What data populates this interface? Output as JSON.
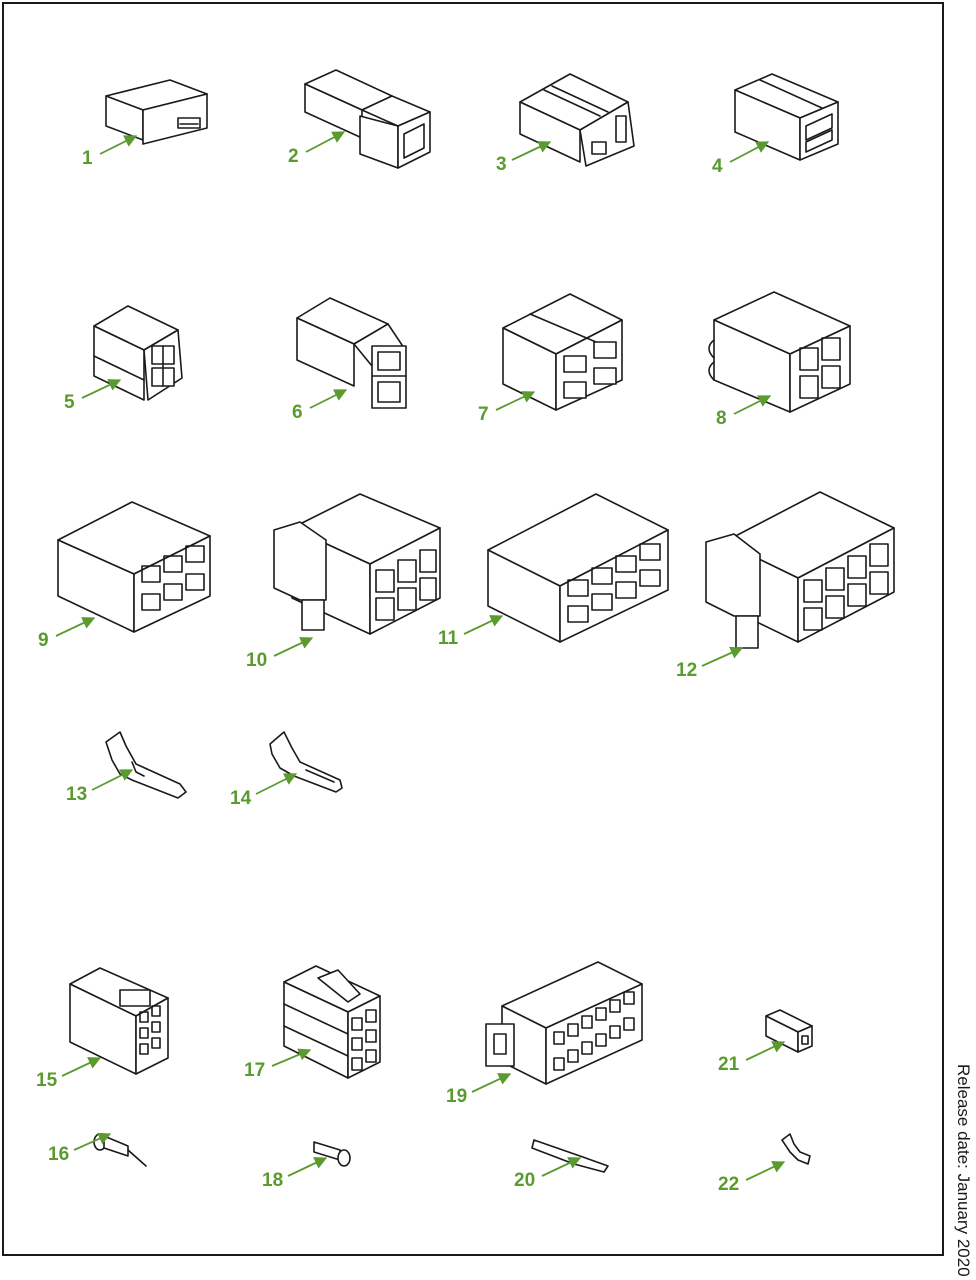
{
  "callouts": [
    {
      "label": "1"
    },
    {
      "label": "2"
    },
    {
      "label": "3"
    },
    {
      "label": "4"
    },
    {
      "label": "5"
    },
    {
      "label": "6"
    },
    {
      "label": "7"
    },
    {
      "label": "8"
    },
    {
      "label": "9"
    },
    {
      "label": "10"
    },
    {
      "label": "11"
    },
    {
      "label": "12"
    },
    {
      "label": "13"
    },
    {
      "label": "14"
    },
    {
      "label": "15"
    },
    {
      "label": "16"
    },
    {
      "label": "17"
    },
    {
      "label": "18"
    },
    {
      "label": "19"
    },
    {
      "label": "20"
    },
    {
      "label": "21"
    },
    {
      "label": "22"
    }
  ],
  "release_note": "Release date: January 2020",
  "colors": {
    "callout": "#5a9a2e",
    "line_art": "#1a1a1a",
    "frame": "#1a1a1a"
  }
}
